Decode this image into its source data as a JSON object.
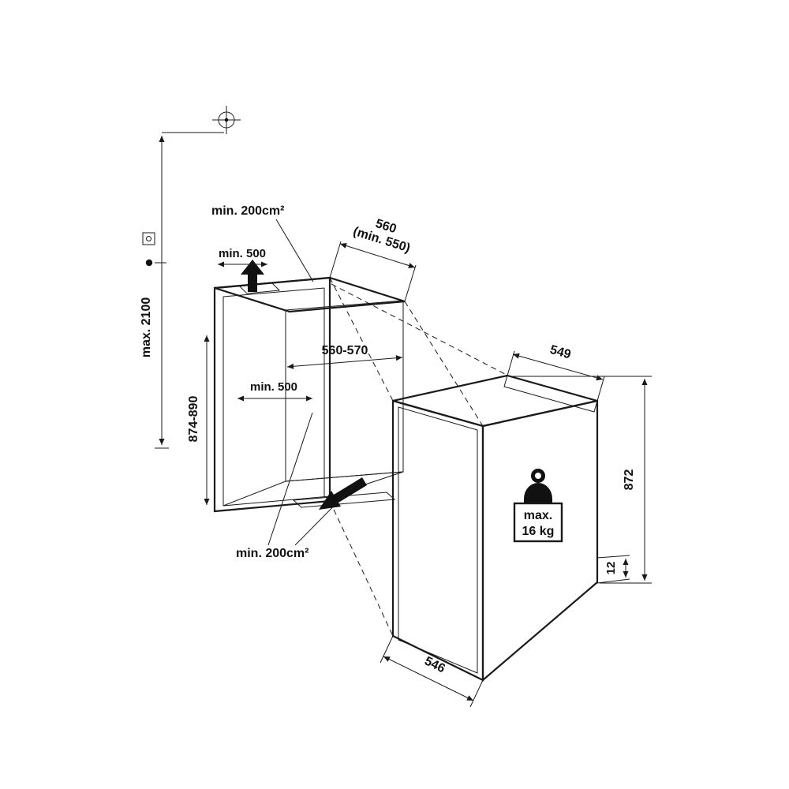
{
  "diagram": {
    "title": "built-in appliance niche installation drawing",
    "labels": {
      "maxHeight": "max. 2100",
      "ventTopArea": "min. 200cm²",
      "ventTopWidth": "min. 500",
      "nicheDepth": "560",
      "nicheDepthMin": "(min. 550)",
      "nicheWidth": "560-570",
      "ductWidth": "min. 500",
      "nicheHeight": "874-890",
      "ventBottomArea": "min. 200cm²",
      "applianceWidth": "549",
      "applianceHeight": "872",
      "hingeGap": "12",
      "applianceDepth": "546",
      "doorWeightLine1": "max.",
      "doorWeightLine2": "16 kg"
    },
    "icons": {
      "fixingPoint": "crosshair-target",
      "powerSocket": "socket-square",
      "anchorDot": "filled-dot",
      "airflowTop": "thick-arrow-up",
      "airflowBottom": "thick-arrow-down-left",
      "doorWeight": "kettlebell-weight"
    },
    "colors": {
      "line": "#1a1a1a",
      "backWall": "#c9c9c9",
      "floor": "#e4e4e4",
      "band": "#111111",
      "background": "#ffffff"
    }
  }
}
